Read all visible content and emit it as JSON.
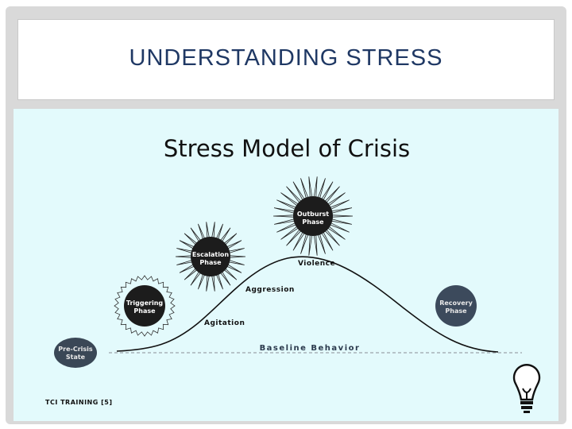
{
  "slide": {
    "title": "UNDERSTANDING STRESS"
  },
  "diagram": {
    "title": "Stress Model of Crisis",
    "phases": {
      "precrisis": [
        "Pre-Crisis",
        "State"
      ],
      "triggering": [
        "Triggering",
        "Phase"
      ],
      "escalation": [
        "Escalation",
        "Phase"
      ],
      "outburst": [
        "Outburst",
        "Phase"
      ],
      "recovery": [
        "Recovery",
        "Phase"
      ]
    },
    "curve_labels": {
      "agitation": "Agitation",
      "aggression": "Aggression",
      "violence": "Violence"
    },
    "baseline": "Baseline Behavior",
    "credit": "TCI TRAINING [5]"
  },
  "icons": {
    "lightbulb": "lightbulb-icon"
  },
  "colors": {
    "title": "#1f3864",
    "content_bg": "#e3fafc",
    "phase_fill": "#1c1c1c",
    "recovery_fill": "#3c4a5c"
  }
}
